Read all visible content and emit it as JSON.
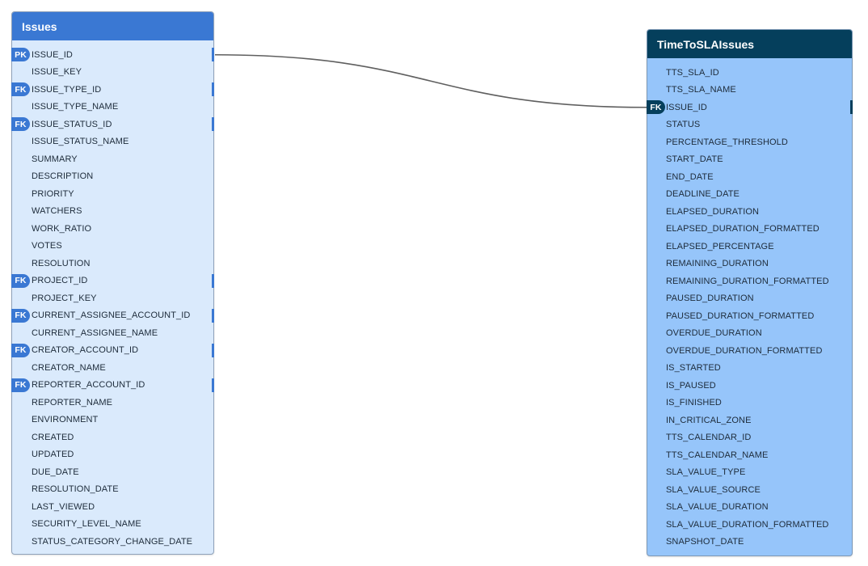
{
  "tables": [
    {
      "id": "issues",
      "title": "Issues",
      "columns": [
        {
          "name": "ISSUE_ID",
          "key": "PK",
          "connector": true
        },
        {
          "name": "ISSUE_KEY",
          "key": "",
          "connector": false
        },
        {
          "name": "ISSUE_TYPE_ID",
          "key": "FK",
          "connector": true
        },
        {
          "name": "ISSUE_TYPE_NAME",
          "key": "",
          "connector": false
        },
        {
          "name": "ISSUE_STATUS_ID",
          "key": "FK",
          "connector": true
        },
        {
          "name": "ISSUE_STATUS_NAME",
          "key": "",
          "connector": false
        },
        {
          "name": "SUMMARY",
          "key": "",
          "connector": false
        },
        {
          "name": "DESCRIPTION",
          "key": "",
          "connector": false
        },
        {
          "name": "PRIORITY",
          "key": "",
          "connector": false
        },
        {
          "name": "WATCHERS",
          "key": "",
          "connector": false
        },
        {
          "name": "WORK_RATIO",
          "key": "",
          "connector": false
        },
        {
          "name": "VOTES",
          "key": "",
          "connector": false
        },
        {
          "name": "RESOLUTION",
          "key": "",
          "connector": false
        },
        {
          "name": "PROJECT_ID",
          "key": "FK",
          "connector": true
        },
        {
          "name": "PROJECT_KEY",
          "key": "",
          "connector": false
        },
        {
          "name": "CURRENT_ASSIGNEE_ACCOUNT_ID",
          "key": "FK",
          "connector": true
        },
        {
          "name": "CURRENT_ASSIGNEE_NAME",
          "key": "",
          "connector": false
        },
        {
          "name": "CREATOR_ACCOUNT_ID",
          "key": "FK",
          "connector": true
        },
        {
          "name": "CREATOR_NAME",
          "key": "",
          "connector": false
        },
        {
          "name": "REPORTER_ACCOUNT_ID",
          "key": "FK",
          "connector": true
        },
        {
          "name": "REPORTER_NAME",
          "key": "",
          "connector": false
        },
        {
          "name": "ENVIRONMENT",
          "key": "",
          "connector": false
        },
        {
          "name": "CREATED",
          "key": "",
          "connector": false
        },
        {
          "name": "UPDATED",
          "key": "",
          "connector": false
        },
        {
          "name": "DUE_DATE",
          "key": "",
          "connector": false
        },
        {
          "name": "RESOLUTION_DATE",
          "key": "",
          "connector": false
        },
        {
          "name": "LAST_VIEWED",
          "key": "",
          "connector": false
        },
        {
          "name": "SECURITY_LEVEL_NAME",
          "key": "",
          "connector": false
        },
        {
          "name": "STATUS_CATEGORY_CHANGE_DATE",
          "key": "",
          "connector": false
        }
      ]
    },
    {
      "id": "tts",
      "title": "TimeToSLAIssues",
      "columns": [
        {
          "name": "TTS_SLA_ID",
          "key": "",
          "connector": false
        },
        {
          "name": "TTS_SLA_NAME",
          "key": "",
          "connector": false
        },
        {
          "name": "ISSUE_ID",
          "key": "FK",
          "connector": true
        },
        {
          "name": "STATUS",
          "key": "",
          "connector": false
        },
        {
          "name": "PERCENTAGE_THRESHOLD",
          "key": "",
          "connector": false
        },
        {
          "name": "START_DATE",
          "key": "",
          "connector": false
        },
        {
          "name": "END_DATE",
          "key": "",
          "connector": false
        },
        {
          "name": "DEADLINE_DATE",
          "key": "",
          "connector": false
        },
        {
          "name": "ELAPSED_DURATION",
          "key": "",
          "connector": false
        },
        {
          "name": "ELAPSED_DURATION_FORMATTED",
          "key": "",
          "connector": false
        },
        {
          "name": "ELAPSED_PERCENTAGE",
          "key": "",
          "connector": false
        },
        {
          "name": "REMAINING_DURATION",
          "key": "",
          "connector": false
        },
        {
          "name": "REMAINING_DURATION_FORMATTED",
          "key": "",
          "connector": false
        },
        {
          "name": "PAUSED_DURATION",
          "key": "",
          "connector": false
        },
        {
          "name": "PAUSED_DURATION_FORMATTED",
          "key": "",
          "connector": false
        },
        {
          "name": "OVERDUE_DURATION",
          "key": "",
          "connector": false
        },
        {
          "name": "OVERDUE_DURATION_FORMATTED",
          "key": "",
          "connector": false
        },
        {
          "name": "IS_STARTED",
          "key": "",
          "connector": false
        },
        {
          "name": "IS_PAUSED",
          "key": "",
          "connector": false
        },
        {
          "name": "IS_FINISHED",
          "key": "",
          "connector": false
        },
        {
          "name": "IN_CRITICAL_ZONE",
          "key": "",
          "connector": false
        },
        {
          "name": "TTS_CALENDAR_ID",
          "key": "",
          "connector": false
        },
        {
          "name": "TTS_CALENDAR_NAME",
          "key": "",
          "connector": false
        },
        {
          "name": "SLA_VALUE_TYPE",
          "key": "",
          "connector": false
        },
        {
          "name": "SLA_VALUE_SOURCE",
          "key": "",
          "connector": false
        },
        {
          "name": "SLA_VALUE_DURATION",
          "key": "",
          "connector": false
        },
        {
          "name": "SLA_VALUE_DURATION_FORMATTED",
          "key": "",
          "connector": false
        },
        {
          "name": "SNAPSHOT_DATE",
          "key": "",
          "connector": false
        }
      ]
    }
  ],
  "relationships": [
    {
      "from_table": "issues",
      "from_column": "ISSUE_ID",
      "to_table": "tts",
      "to_column": "ISSUE_ID"
    }
  ],
  "colors": {
    "issues_header": "#3a78d3",
    "issues_body": "#daeafc",
    "tts_header": "#053f5c",
    "tts_body": "#96c5fa",
    "connector_line": "#5f5f5f"
  }
}
